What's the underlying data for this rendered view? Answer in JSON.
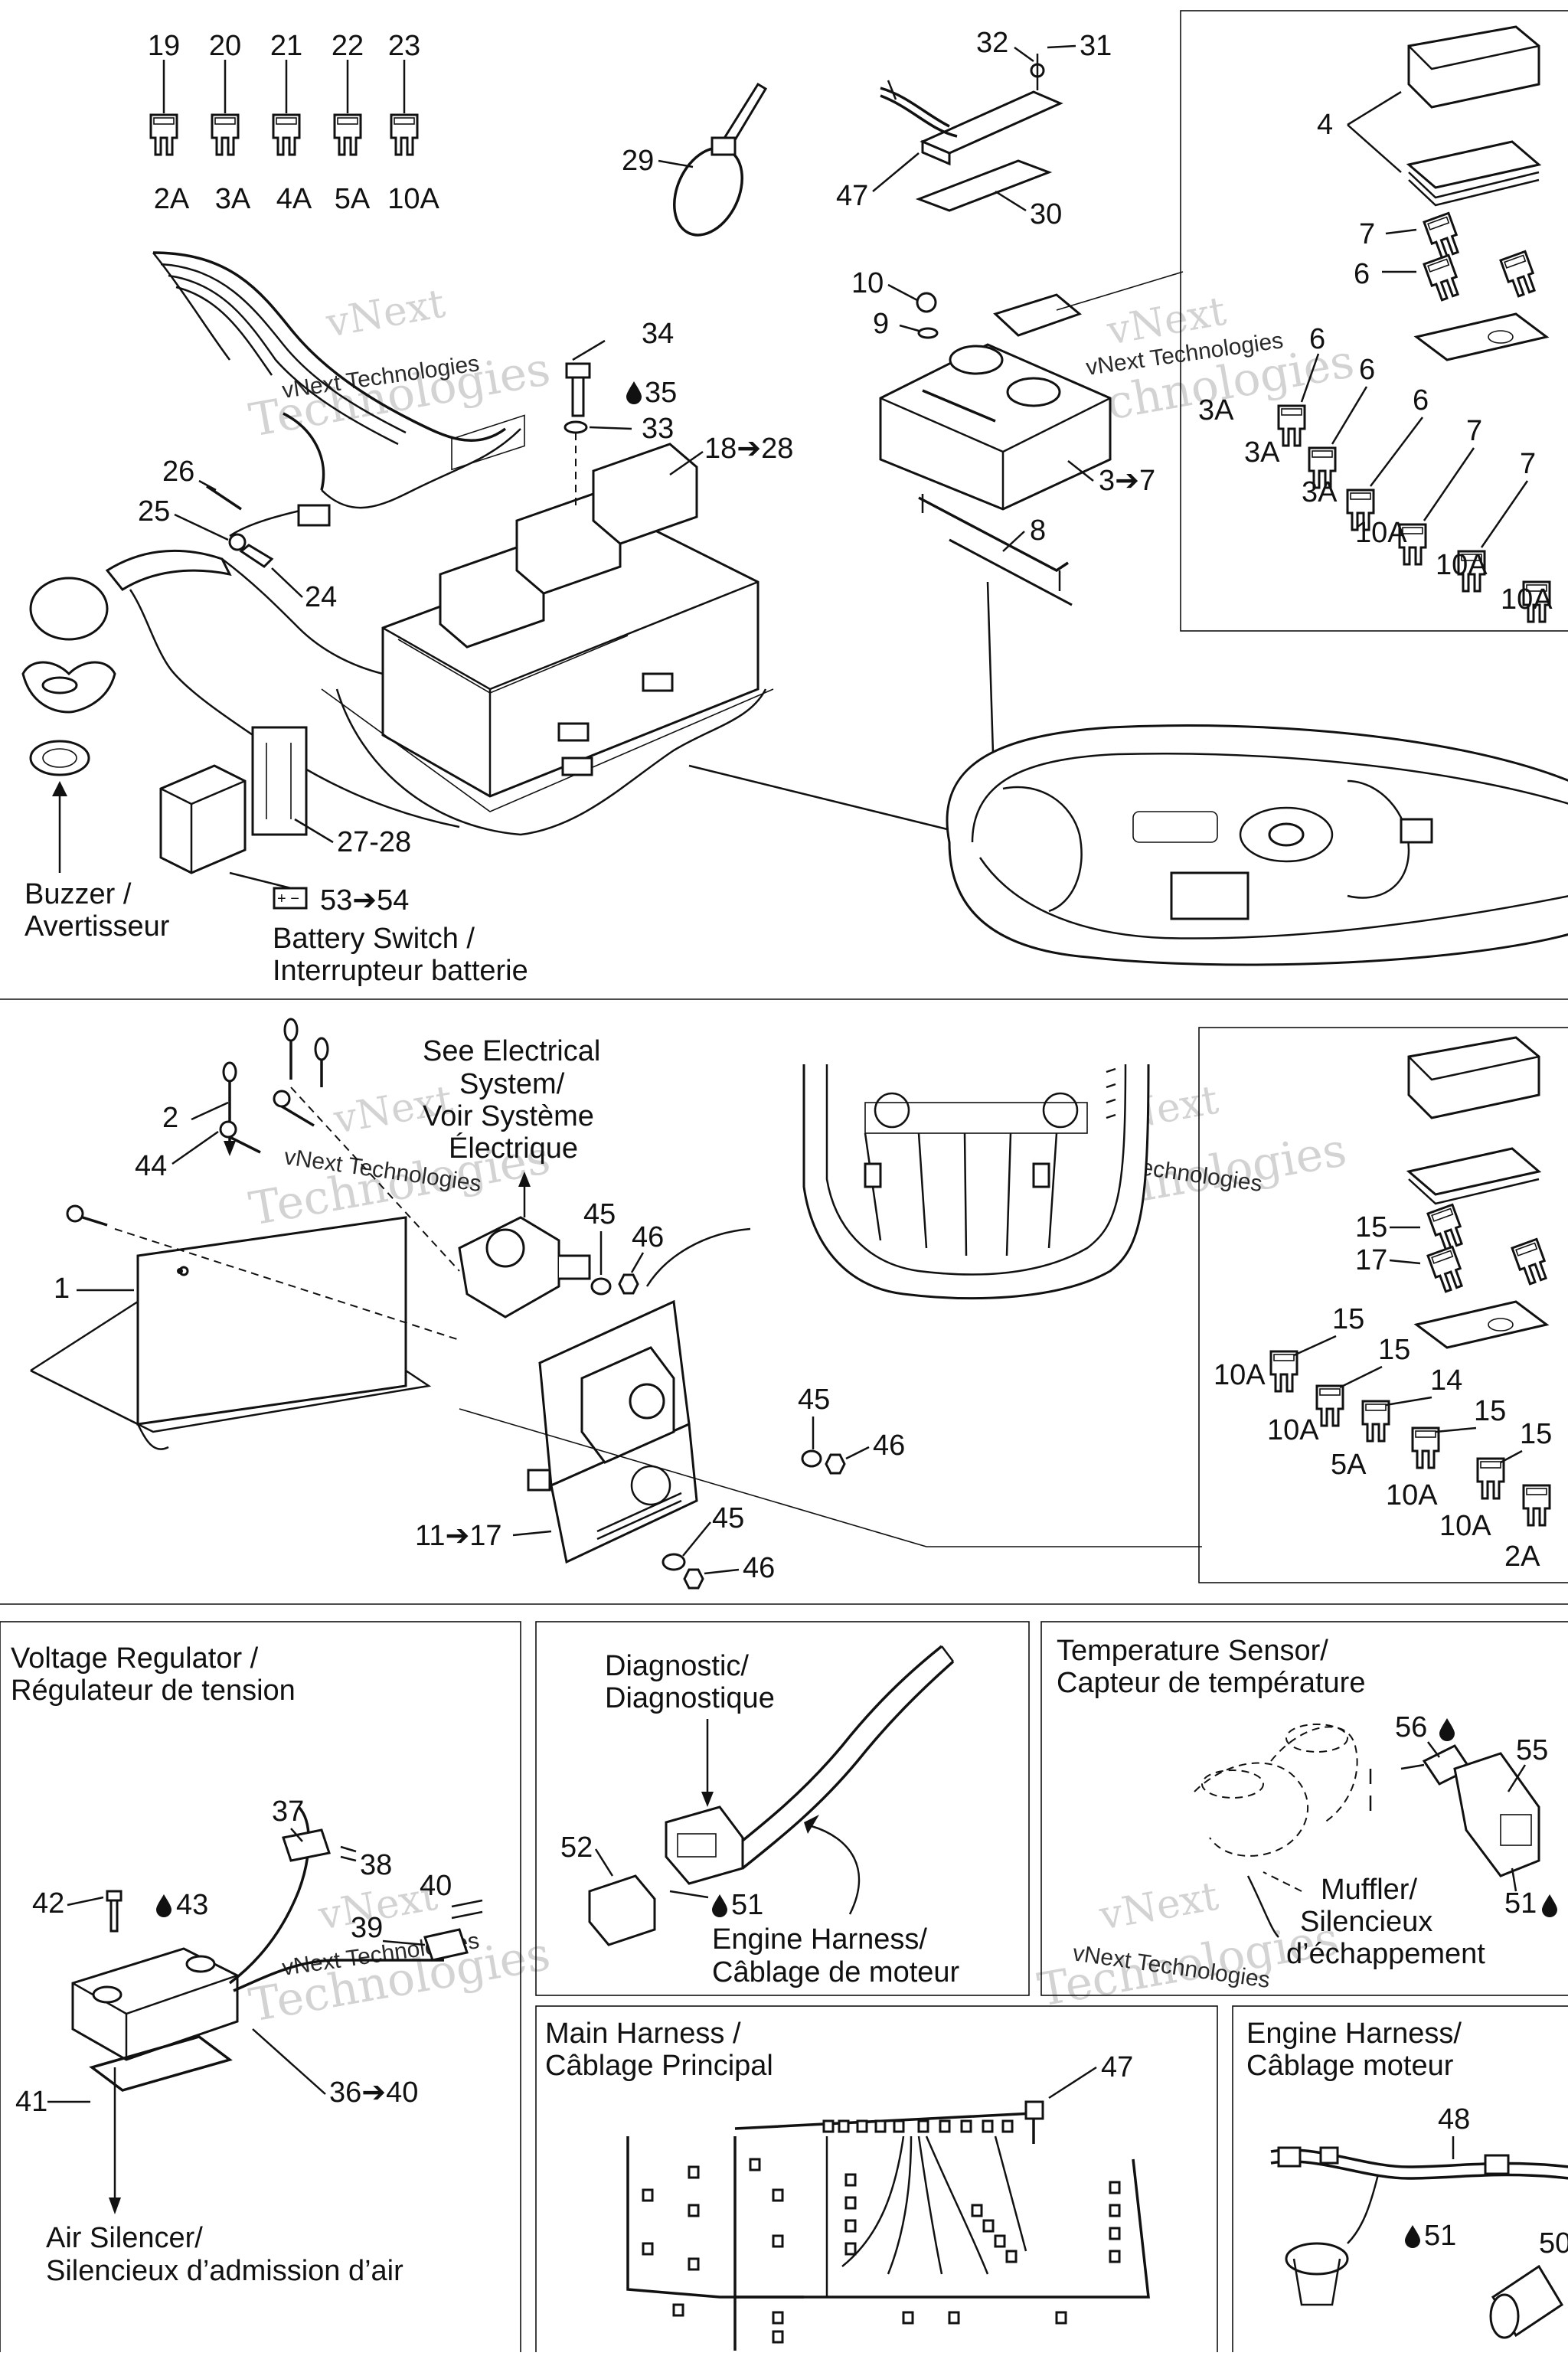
{
  "watermark": {
    "line1": "vNext",
    "line2": "Technologies",
    "small": "vNext Technologies"
  },
  "top": {
    "fuses": [
      {
        "num": "19",
        "rating": "2A"
      },
      {
        "num": "20",
        "rating": "3A"
      },
      {
        "num": "21",
        "rating": "4A"
      },
      {
        "num": "22",
        "rating": "5A"
      },
      {
        "num": "23",
        "rating": "10A"
      }
    ],
    "callouts": {
      "c29": "29",
      "c32": "32",
      "c31": "31",
      "c47": "47",
      "c30": "30",
      "c4": "4",
      "c7a": "7",
      "c6a": "6",
      "c10": "10",
      "c9": "9",
      "c34": "34",
      "c35": "35",
      "c33": "33",
      "c18": "18➔28",
      "c3": "3➔7",
      "c8": "8",
      "c26": "26",
      "c25": "25",
      "c24": "24",
      "c27": "27-28",
      "c53": "53➔54"
    },
    "right_fuses": [
      {
        "num": "6",
        "rating": "3A"
      },
      {
        "num": "6",
        "rating": "3A"
      },
      {
        "num": "6",
        "rating": "3A"
      },
      {
        "num": "7",
        "rating": "10A"
      },
      {
        "num": "7",
        "rating": "10A"
      },
      {
        "num": "",
        "rating": "10A"
      }
    ],
    "buzzer_label": [
      "Buzzer /",
      "Avertisseur"
    ],
    "battery_label": [
      "Battery Switch /",
      "Interrupteur batterie"
    ]
  },
  "middle": {
    "callouts": {
      "c2": "2",
      "c44": "44",
      "c1": "1",
      "c45a": "45",
      "c46a": "46",
      "c45b": "45",
      "c46b": "46",
      "c45c": "45",
      "c46c": "46",
      "c11": "11➔17",
      "c15a": "15",
      "c17": "17"
    },
    "see_electrical": [
      "See Electrical",
      "System/",
      "Voir Système",
      "Électrique"
    ],
    "right_fuses": [
      {
        "num": "15",
        "rating": "10A"
      },
      {
        "num": "15",
        "rating": "10A"
      },
      {
        "num": "14",
        "rating": "5A"
      },
      {
        "num": "15",
        "rating": "10A"
      },
      {
        "num": "15",
        "rating": "10A"
      },
      {
        "num": "",
        "rating": "2A"
      }
    ]
  },
  "bottom": {
    "voltage_regulator": {
      "title": [
        "Voltage Regulator /",
        "Régulateur de tension"
      ],
      "callouts": {
        "c37": "37",
        "c38": "38",
        "c40": "40",
        "c39": "39",
        "c42": "42",
        "c43": "43",
        "c41": "41",
        "c36": "36➔40"
      },
      "air_silencer": [
        "Air Silencer/",
        "Silencieux d’admission d’air"
      ]
    },
    "diagnostic": {
      "title": [
        "Diagnostic/",
        "Diagnostique"
      ],
      "callouts": {
        "c52": "52",
        "c51": "51"
      },
      "engine_harness": [
        "Engine Harness/",
        "Câblage de moteur"
      ]
    },
    "temperature_sensor": {
      "title": [
        "Temperature Sensor/",
        "Capteur de température"
      ],
      "callouts": {
        "c56": "56",
        "c55": "55",
        "c51": "51"
      },
      "muffler": [
        "Muffler/",
        "Silencieux",
        "d’échappement"
      ]
    },
    "main_harness": {
      "title": [
        "Main Harness /",
        "Câblage Principal"
      ],
      "callouts": {
        "c47": "47"
      }
    },
    "engine_harness_box": {
      "title": [
        "Engine Harness/",
        "Câblage moteur"
      ],
      "callouts": {
        "c48": "48",
        "c51": "51",
        "c50": "50"
      }
    }
  }
}
